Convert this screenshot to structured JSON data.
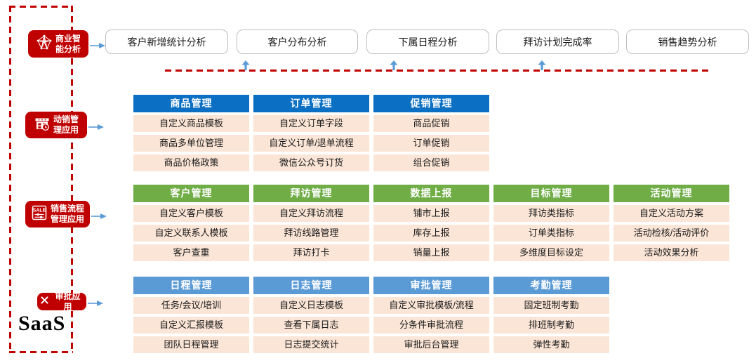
{
  "colors": {
    "red": "#C00000",
    "arrow_blue": "#5B9BD5",
    "header_blue": "#0B70C4",
    "header_green": "#70AD47",
    "header_light_blue": "#5B9BD5",
    "row_peach": "#FBE5D6",
    "box_border": "#BFBFBF"
  },
  "frame": {
    "bottom_label": "SaaS"
  },
  "sidebar": {
    "items": [
      {
        "label": "商业智能分析",
        "lines": [
          "商业智",
          "能分析"
        ],
        "icon": "bi-network-icon"
      },
      {
        "label": "动销管理应用",
        "lines": [
          "动销管",
          "理应用"
        ],
        "icon": "storefront-icon"
      },
      {
        "label": "销售流程管理应用",
        "lines": [
          "销售流程",
          "管理应用"
        ],
        "icon": "sale-sliders-icon"
      },
      {
        "label": "审批应用",
        "lines": [
          "审批应用"
        ],
        "icon": "cross-icon"
      }
    ]
  },
  "analysis_row": {
    "boxes": [
      "客户新增统计分析",
      "客户分布分析",
      "下属日程分析",
      "拜访计划完成率",
      "销售趋势分析"
    ]
  },
  "sections": [
    {
      "id": "sales-movement-apps",
      "header_color": "#0B70C4",
      "columns": [
        {
          "header": "商品管理",
          "items": [
            "自定义商品模板",
            "商品多单位管理",
            "商品价格政策"
          ]
        },
        {
          "header": "订单管理",
          "items": [
            "自定义订单字段",
            "自定义订单/退单流程",
            "微信公众号订货"
          ]
        },
        {
          "header": "促销管理",
          "items": [
            "商品促销",
            "订单促销",
            "组合促销"
          ]
        }
      ]
    },
    {
      "id": "sales-process-apps",
      "header_color": "#70AD47",
      "columns": [
        {
          "header": "客户管理",
          "items": [
            "自定义客户模板",
            "自定义联系人模板",
            "客户查重"
          ]
        },
        {
          "header": "拜访管理",
          "items": [
            "自定义拜访流程",
            "拜访线路管理",
            "拜访打卡"
          ]
        },
        {
          "header": "数据上报",
          "items": [
            "铺市上报",
            "库存上报",
            "销量上报"
          ]
        },
        {
          "header": "目标管理",
          "items": [
            "拜访类指标",
            "订单类指标",
            "多维度目标设定"
          ]
        },
        {
          "header": "活动管理",
          "items": [
            "自定义活动方案",
            "活动检核/活动评价",
            "活动效果分析"
          ]
        }
      ]
    },
    {
      "id": "approval-apps",
      "header_color": "#5B9BD5",
      "columns": [
        {
          "header": "日程管理",
          "items": [
            "任务/会议/培训",
            "自定义汇报模板",
            "团队日程管理"
          ]
        },
        {
          "header": "日志管理",
          "items": [
            "自定义日志模板",
            "查看下属日志",
            "日志提交统计"
          ]
        },
        {
          "header": "审批管理",
          "items": [
            "自定义审批模板/流程",
            "分条件审批流程",
            "审批后台管理"
          ]
        },
        {
          "header": "考勤管理",
          "items": [
            "固定班制考勤",
            "排班制考勤",
            "弹性考勤"
          ]
        }
      ]
    }
  ]
}
